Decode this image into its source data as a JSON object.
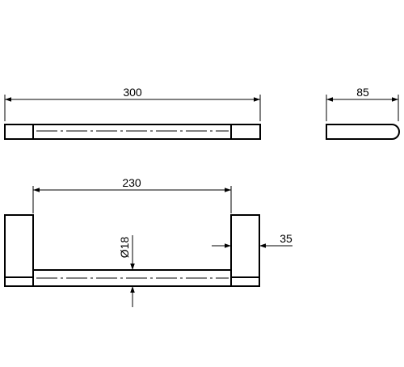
{
  "dimensions": {
    "overall_length": "300",
    "depth": "85",
    "inner_span": "230",
    "bar_diameter": "Ø18",
    "wall_offset": "35"
  }
}
